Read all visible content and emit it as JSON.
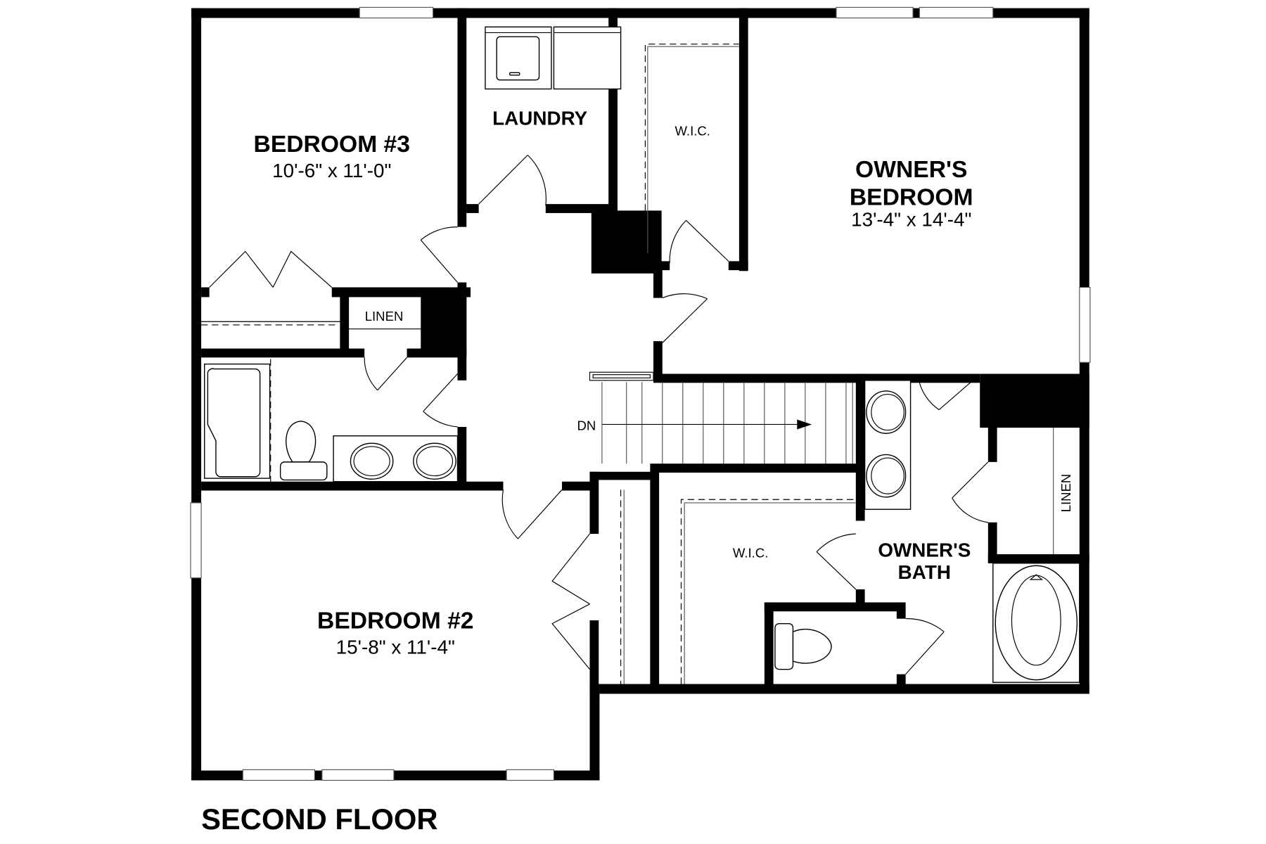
{
  "floor": {
    "title": "SECOND FLOOR"
  },
  "rooms": {
    "bedroom3": {
      "name": "BEDROOM #3",
      "dimensions": "10'-6\" x 11'-0\""
    },
    "laundry": {
      "name": "LAUNDRY"
    },
    "wic_upper": {
      "name": "W.I.C."
    },
    "owners_bedroom": {
      "name_line1": "OWNER'S",
      "name_line2": "BEDROOM",
      "dimensions": "13'-4\" x 14'-4\""
    },
    "linen_hall": {
      "name": "LINEN"
    },
    "stairs": {
      "label": "DN"
    },
    "bedroom2": {
      "name": "BEDROOM #2",
      "dimensions": "15'-8\" x 11'-4\""
    },
    "wic_lower": {
      "name": "W.I.C."
    },
    "owners_bath": {
      "name_line1": "OWNER'S",
      "name_line2": "BATH"
    },
    "linen_bath": {
      "name": "LINEN"
    }
  },
  "colors": {
    "wall": "#000000",
    "background": "#ffffff"
  }
}
